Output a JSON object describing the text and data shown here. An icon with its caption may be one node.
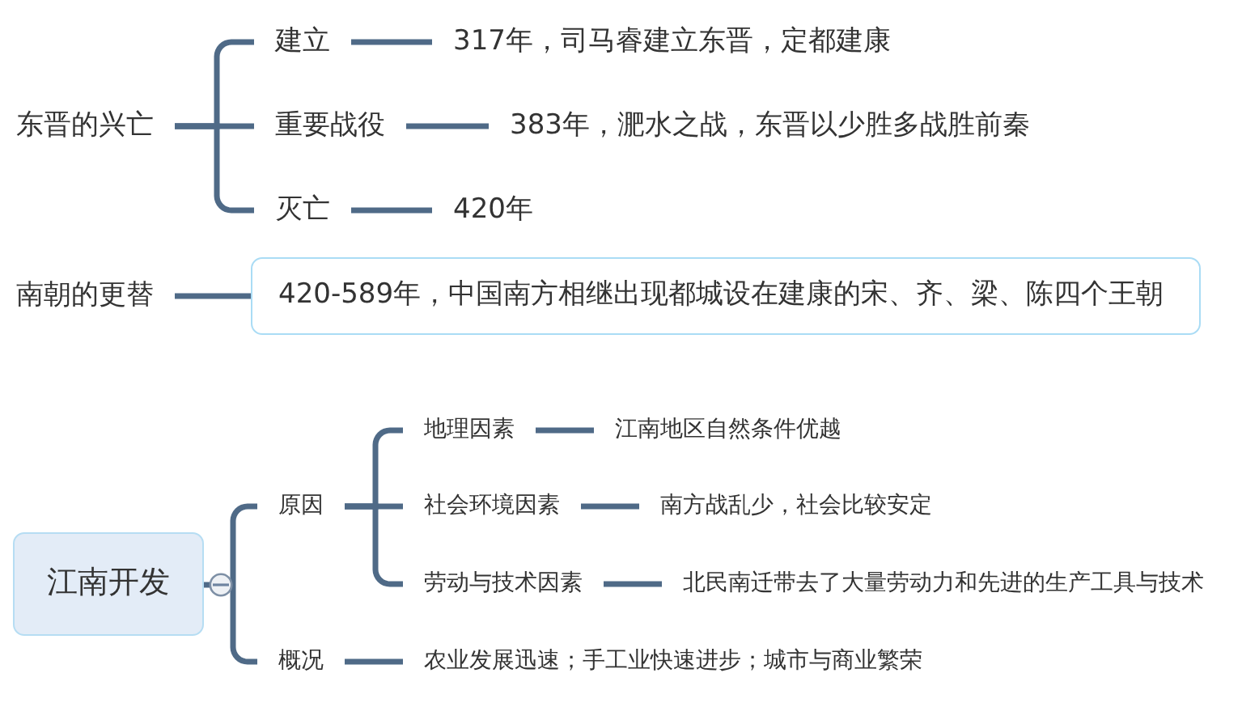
{
  "diagram": {
    "nodes": [
      {
        "text": [
          "东晋的兴亡"
        ]
      },
      {
        "text": [
          "建立"
        ]
      },
      {
        "text": [
          "317年，司马睿建立东晋，定都建康"
        ]
      },
      {
        "text": [
          "重要战役"
        ]
      },
      {
        "text": [
          "383年，淝水之战，东晋以少胜多战胜前秦"
        ]
      },
      {
        "text": [
          "灭亡"
        ]
      },
      {
        "text": [
          "420年"
        ]
      },
      {
        "text": [
          "南朝的更替"
        ]
      },
      {
        "text": [
          "420-589年，中国南方相继出现都城设在建康的宋、齐、梁、陈四个王朝"
        ]
      },
      {
        "text": [
          "江南开发"
        ]
      },
      {
        "text": [
          "原因"
        ]
      },
      {
        "text": [
          "地理因素"
        ]
      },
      {
        "text": [
          "江南地区自然条件优越"
        ]
      },
      {
        "text": [
          "社会环境因素"
        ]
      },
      {
        "text": [
          "南方战乱少，社会比较安定"
        ]
      },
      {
        "text": [
          "劳动与技术因素"
        ]
      },
      {
        "text": [
          "北民南迁带去了大量劳动力和先进的生产工具与技术"
        ]
      },
      {
        "text": [
          "概况"
        ]
      },
      {
        "text": [
          "农业发展迅速；手工业快速进步；城市与商业繁荣"
        ]
      }
    ],
    "edges": [
      {
        "from": 0,
        "to": 1,
        "arrow": "none"
      },
      {
        "from": 0,
        "to": 3,
        "arrow": "none"
      },
      {
        "from": 0,
        "to": 5,
        "arrow": "none"
      },
      {
        "from": 1,
        "to": 2,
        "arrow": "none"
      },
      {
        "from": 3,
        "to": 4,
        "arrow": "none"
      },
      {
        "from": 5,
        "to": 6,
        "arrow": "none"
      },
      {
        "from": 7,
        "to": 8,
        "arrow": "none"
      },
      {
        "from": 9,
        "to": 10,
        "arrow": "none"
      },
      {
        "from": 9,
        "to": 17,
        "arrow": "none"
      },
      {
        "from": 10,
        "to": 11,
        "arrow": "none"
      },
      {
        "from": 10,
        "to": 13,
        "arrow": "none"
      },
      {
        "from": 10,
        "to": 15,
        "arrow": "none"
      },
      {
        "from": 11,
        "to": 12,
        "arrow": "none"
      },
      {
        "from": 13,
        "to": 14,
        "arrow": "none"
      },
      {
        "from": 15,
        "to": 16,
        "arrow": "none"
      },
      {
        "from": 17,
        "to": 18,
        "arrow": "none"
      }
    ]
  }
}
